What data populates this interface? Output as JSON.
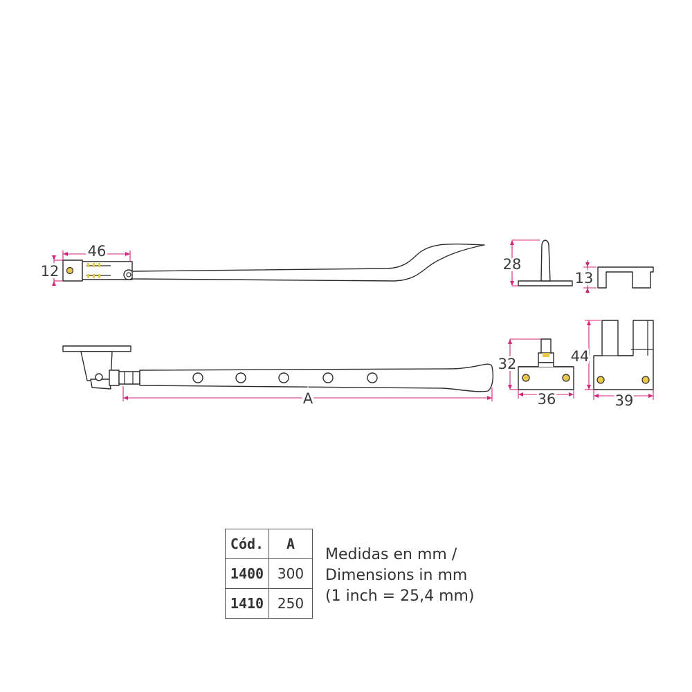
{
  "dimensions": {
    "stay_length": "46",
    "stay_height": "12",
    "pin_height": "28",
    "keeper_height": "13",
    "pin_plate_height": "32",
    "pin_plate_width": "36",
    "keeper_body_height": "44",
    "keeper_body_width": "39",
    "arm_length": "A"
  },
  "table": {
    "header_code": "Cód.",
    "header_a": "A",
    "rows": [
      {
        "code": "1400",
        "a": "300"
      },
      {
        "code": "1410",
        "a": "250"
      }
    ]
  },
  "note": {
    "line1": "Medidas en mm /",
    "line2": "Dimensions in mm",
    "line3": "(1 inch = 25,4 mm)"
  },
  "colors": {
    "dimension_line": "#d6247a",
    "screw": "#e8c84a",
    "outline": "#2b2b2b"
  }
}
